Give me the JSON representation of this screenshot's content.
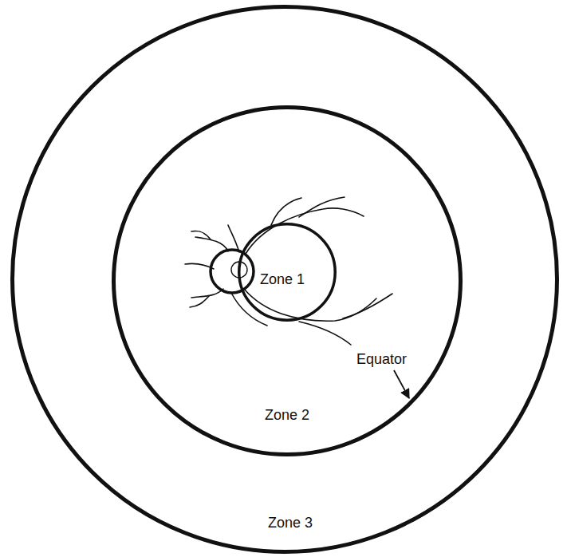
{
  "diagram": {
    "nodes": [
      {
        "text": [
          "Zone 3"
        ]
      },
      {
        "text": [
          "Zone 2"
        ],
        "in": 0
      },
      {
        "text": [
          "Zone 1"
        ],
        "in": 1
      }
    ],
    "labels": [
      "Equator"
    ]
  }
}
